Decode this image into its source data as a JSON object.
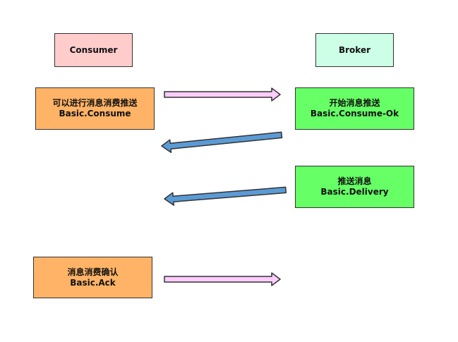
{
  "participants": {
    "consumer": "Consumer",
    "broker": "Broker"
  },
  "steps": [
    {
      "line1": "可以进行消息消费推送",
      "line2": "Basic.Consume"
    },
    {
      "line1": "开始消息推送",
      "line2": "Basic.Consume-Ok"
    },
    {
      "line1": "推送消息",
      "line2": "Basic.Delivery"
    },
    {
      "line1": "消息消费确认",
      "line2": "Basic.Ack"
    }
  ],
  "colors": {
    "consumer_header": "#ffcccc",
    "broker_header": "#ccffe5",
    "consumer_step": "#ffb366",
    "broker_step": "#66ff66",
    "arrow_to_broker": "#ffccff",
    "arrow_to_consumer": "#5b9bd5"
  }
}
